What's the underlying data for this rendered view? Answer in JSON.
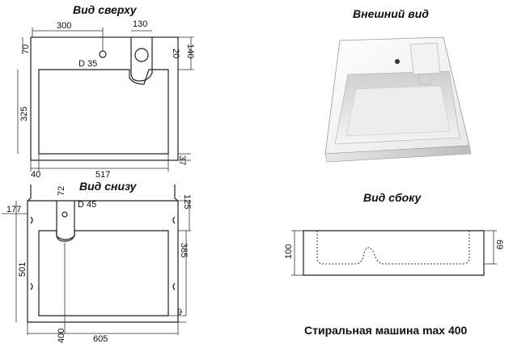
{
  "top_view": {
    "title": "Вид сверху",
    "dim_width_left": "300",
    "dim_tap_width": "130",
    "dim_top": "70",
    "dim_right_top": "140",
    "dim_right_small": "20",
    "hole_label": "D 35",
    "dim_depth": "325",
    "dim_bottom_right": "37",
    "dim_bottom_left": "40",
    "dim_bowl_width": "517"
  },
  "bottom_view": {
    "title": "Вид снизу",
    "dim_tap": "72",
    "hole_label": "D 45",
    "dim_right_top": "125",
    "dim_left_top": "177",
    "dim_depth_total": "501",
    "dim_depth_inner": "385",
    "dim_bottom_small": "9",
    "dim_bottom_left": "400",
    "dim_width": "605"
  },
  "external_view": {
    "title": "Внешний вид"
  },
  "side_view": {
    "title": "Вид сбоку",
    "dim_height": "100",
    "dim_depth": "69"
  },
  "caption": "Стиральная машина max 400"
}
